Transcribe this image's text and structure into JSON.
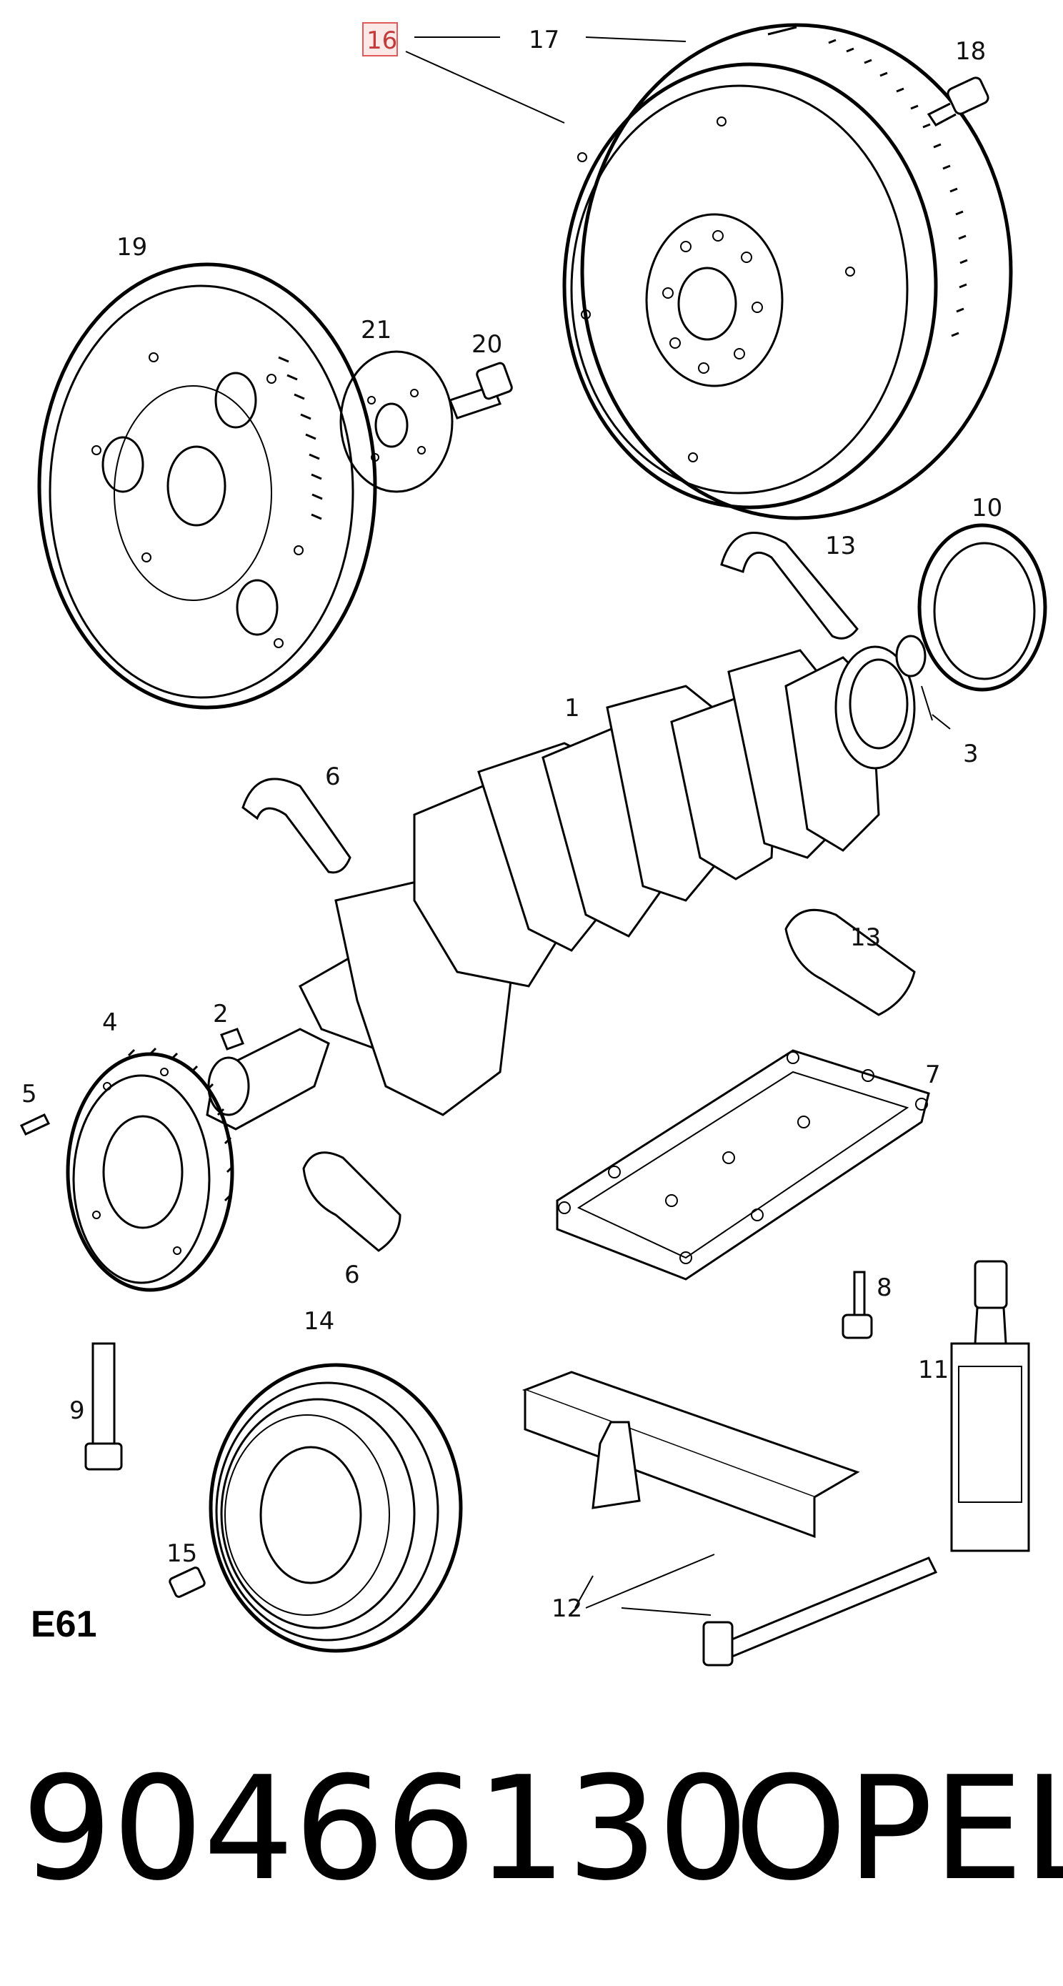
{
  "diagram": {
    "callouts": {
      "c1": "1",
      "c2": "2",
      "c3": "3",
      "c4": "4",
      "c5": "5",
      "c6a": "6",
      "c6b": "6",
      "c7": "7",
      "c8": "8",
      "c9": "9",
      "c10": "10",
      "c11": "11",
      "c12": "12",
      "c13a": "13",
      "c13b": "13",
      "c14": "14",
      "c15": "15",
      "c16": "16",
      "c17": "17",
      "c18": "18",
      "c19": "19",
      "c20": "20",
      "c21": "21"
    },
    "highlighted_callout": "16",
    "section_label": "E61"
  },
  "footer": {
    "part_number": "90466130",
    "brand": "OPEL"
  },
  "colors": {
    "line": "#000000",
    "highlight_border": "#e05a5a",
    "highlight_fill": "#fde8e8",
    "highlight_text": "#c23a3a",
    "background": "#ffffff"
  }
}
